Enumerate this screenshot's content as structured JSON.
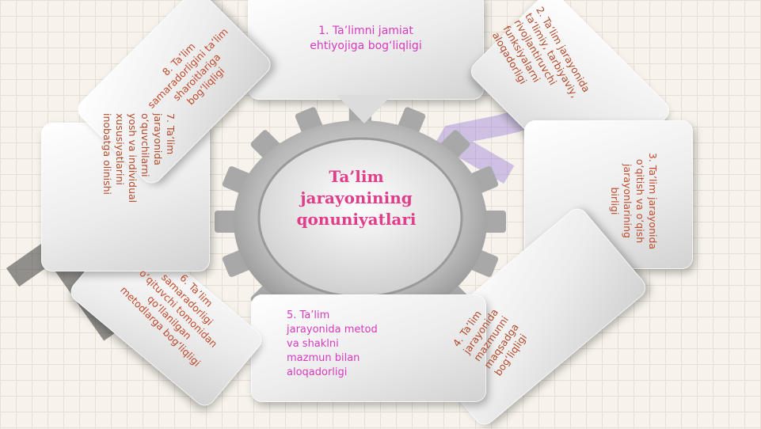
{
  "center": {
    "title": "Ta’lim\njarayonining\nqonuniyatlari"
  },
  "items": [
    {
      "label": "1. Ta’limni jamiat\nehtiyojiga bog‘liqligi"
    },
    {
      "label": "2. Ta’lim jarayonida\nta’limiy, tarbiyaviy,\nrivojlantiruvchi\nfunksiyalarni\naloqadorligi"
    },
    {
      "label": "3. Ta’lim jarayonida\no‘qitish va o‘qish\njarayonlarining\nbirligi"
    },
    {
      "label": "4. Ta’lim\njarayonida\nmazmunni\nmaqsadga\nbog‘liqligi"
    },
    {
      "label": "5. Ta’lim\njarayonida metod\nva shaklni\nmazmun bilan\naloqadorligi"
    },
    {
      "label": "6. Ta’lim\nsamaradorligi\no‘qituvchi tomonidan\nqo‘llanilgan\nmetodlarga bog‘liqligi"
    },
    {
      "label": "7. Ta’lim\njarayonida\no‘quvchilarni\nyosh va individual\nxususiyatlarini\ninobatga olinishi"
    },
    {
      "label": "8. Ta’lim\nsamaradorligini ta’lim\nsharoitlariga\nbog‘liqligi"
    }
  ],
  "colors": {
    "magenta": "#d63abf",
    "brown": "#b24a2a",
    "title": "#e03d8a"
  }
}
